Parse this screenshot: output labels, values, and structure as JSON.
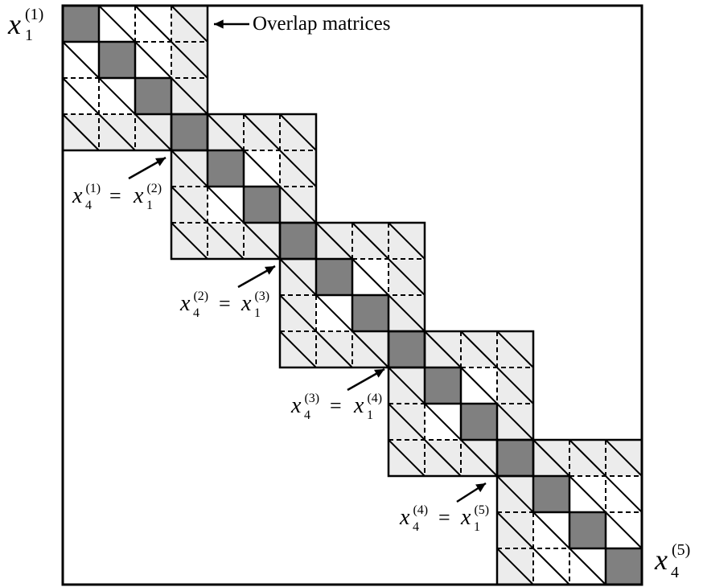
{
  "labels": {
    "overlap_annotation": "Overlap matrices",
    "corner_top": {
      "var": "x",
      "sub": "1",
      "sup": "(1)"
    },
    "corner_bottom": {
      "var": "x",
      "sub": "4",
      "sup": "(5)"
    },
    "equalities": [
      {
        "lhs": {
          "var": "x",
          "sub": "4",
          "sup": "(1)"
        },
        "eq": "=",
        "rhs": {
          "var": "x",
          "sub": "1",
          "sup": "(2)"
        }
      },
      {
        "lhs": {
          "var": "x",
          "sub": "4",
          "sup": "(2)"
        },
        "eq": "=",
        "rhs": {
          "var": "x",
          "sub": "1",
          "sup": "(3)"
        }
      },
      {
        "lhs": {
          "var": "x",
          "sub": "4",
          "sup": "(3)"
        },
        "eq": "=",
        "rhs": {
          "var": "x",
          "sub": "1",
          "sup": "(4)"
        }
      },
      {
        "lhs": {
          "var": "x",
          "sub": "4",
          "sup": "(4)"
        },
        "eq": "=",
        "rhs": {
          "var": "x",
          "sub": "1",
          "sup": "(5)"
        }
      }
    ]
  },
  "structure": {
    "block_count": 5,
    "block_size": 4,
    "overlap": 1,
    "matrix_size": 16
  },
  "colors": {
    "diagonal_fill": "#808080",
    "overlap_fill": "#ececec",
    "interior_fill": "#ffffff",
    "line": "#000000"
  }
}
